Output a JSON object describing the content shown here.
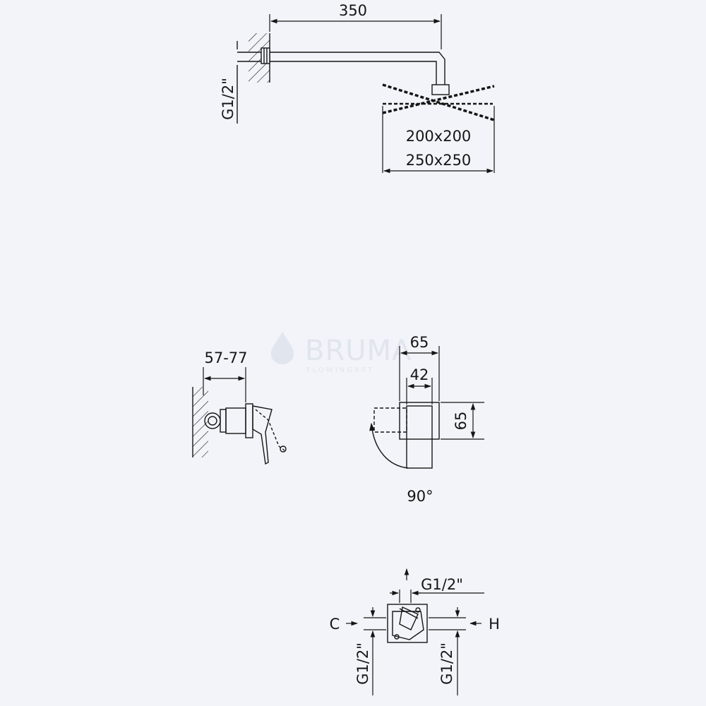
{
  "watermark": {
    "brand": "BRUMA",
    "tagline": "FLOWINGART"
  },
  "shower_arm": {
    "length_label": "350",
    "thread_label": "G1/2\"",
    "head_size_a": "200x200",
    "head_size_b": "250x250"
  },
  "mixer_side": {
    "depth_label": "57-77"
  },
  "mixer_front": {
    "width_label": "65",
    "lever_width_label": "42",
    "height_label": "65",
    "rotation_label": "90°"
  },
  "valve_body": {
    "top_thread_label": "G1/2\"",
    "cold_label": "C",
    "hot_label": "H",
    "left_thread_label": "G1/2\"",
    "right_thread_label": "G1/2\""
  },
  "colors": {
    "line": "#151515",
    "background": "#f2f4f9",
    "watermark": "#e0e5ee"
  }
}
